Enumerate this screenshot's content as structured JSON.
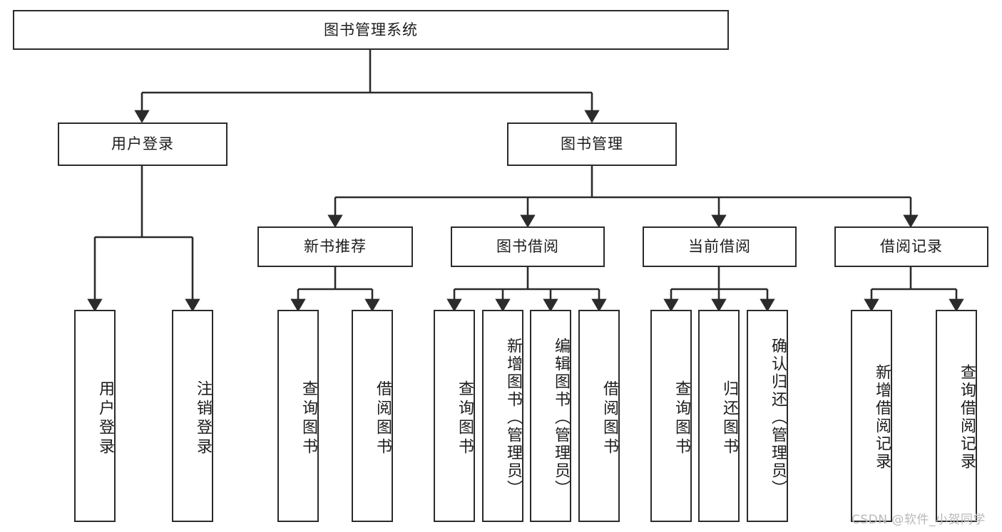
{
  "diagram": {
    "title": "图书管理系统",
    "type": "tree-hierarchy-diagram",
    "stroke_color": "#2b2b2b",
    "text_color": "#1c1c1c",
    "background_color": "#ffffff",
    "nodes": {
      "root": {
        "label": "图书管理系统"
      },
      "level1": [
        {
          "label": "用户登录"
        },
        {
          "label": "图书管理"
        }
      ],
      "level2": [
        {
          "label": "新书推荐"
        },
        {
          "label": "图书借阅"
        },
        {
          "label": "当前借阅"
        },
        {
          "label": "借阅记录"
        }
      ],
      "leaves_user_login": [
        {
          "label": "用户登录"
        },
        {
          "label": "注销登录"
        }
      ],
      "leaves_new_book": [
        {
          "label": "查询图书"
        },
        {
          "label": "借阅图书"
        }
      ],
      "leaves_borrow": [
        {
          "label": "查询图书"
        },
        {
          "label": "新增图书（管理员）"
        },
        {
          "label": "编辑图书（管理员）"
        },
        {
          "label": "借阅图书"
        }
      ],
      "leaves_current": [
        {
          "label": "查询图书"
        },
        {
          "label": "归还图书"
        },
        {
          "label": "确认归还（管理员）"
        }
      ],
      "leaves_records": [
        {
          "label": "新增借阅记录"
        },
        {
          "label": "查询借阅记录"
        }
      ]
    }
  },
  "watermark": {
    "text": "CSDN @软件_小贺同学",
    "color": "#b9b9b9"
  }
}
